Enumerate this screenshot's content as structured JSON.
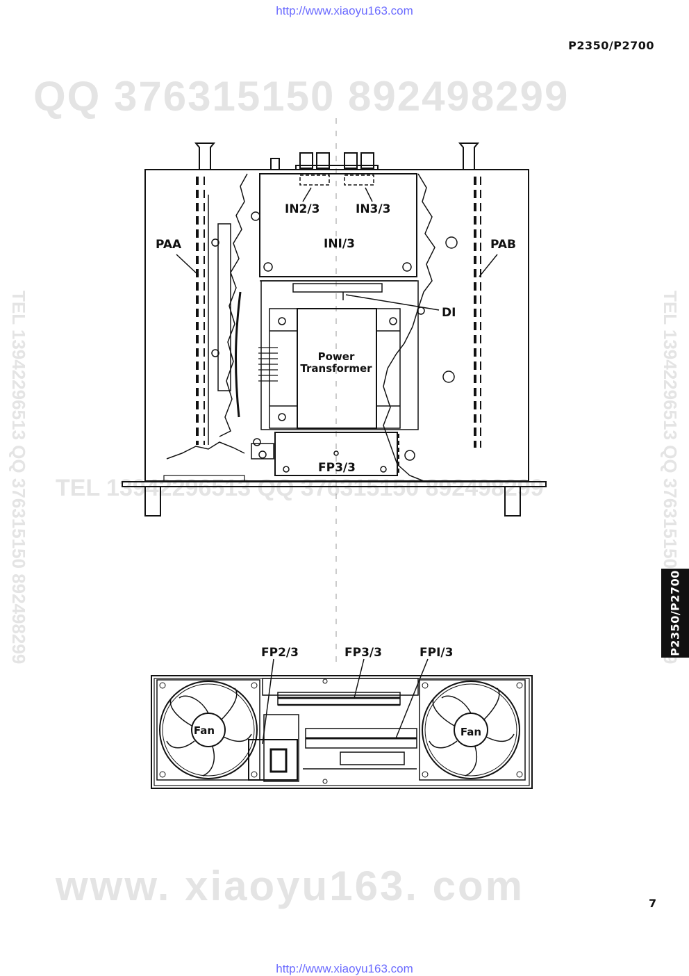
{
  "header": {
    "url": "http://www.xiaoyu163.com",
    "model": "P2350/P2700"
  },
  "watermarks": {
    "qq": "QQ 376315150   892498299",
    "tel": "TEL 13942296513        QQ 376315150   892498299",
    "www": "www. xiaoyu163. com",
    "vertical_left": "TEL 13942296513  QQ 376315150 892498299",
    "vertical_right": "TEL 13942296513  QQ 376315150 892498299"
  },
  "top_view": {
    "labels": {
      "in2": "IN2/3",
      "in3": "IN3/3",
      "in1": "INI/3",
      "paa": "PAA",
      "pab": "PAB",
      "d1": "DI",
      "power": "Power",
      "transformer": "Transformer",
      "fp3": "FP3/3"
    }
  },
  "rear_view": {
    "labels": {
      "fp2": "FP2/3",
      "fp3": "FP3/3",
      "fp1": "FPI/3",
      "fan_left": "Fan",
      "fan_right": "Fan"
    }
  },
  "side_tab": "P2350/P2700",
  "footer": {
    "page_number": "7",
    "url": "http://www.xiaoyu163.com"
  }
}
